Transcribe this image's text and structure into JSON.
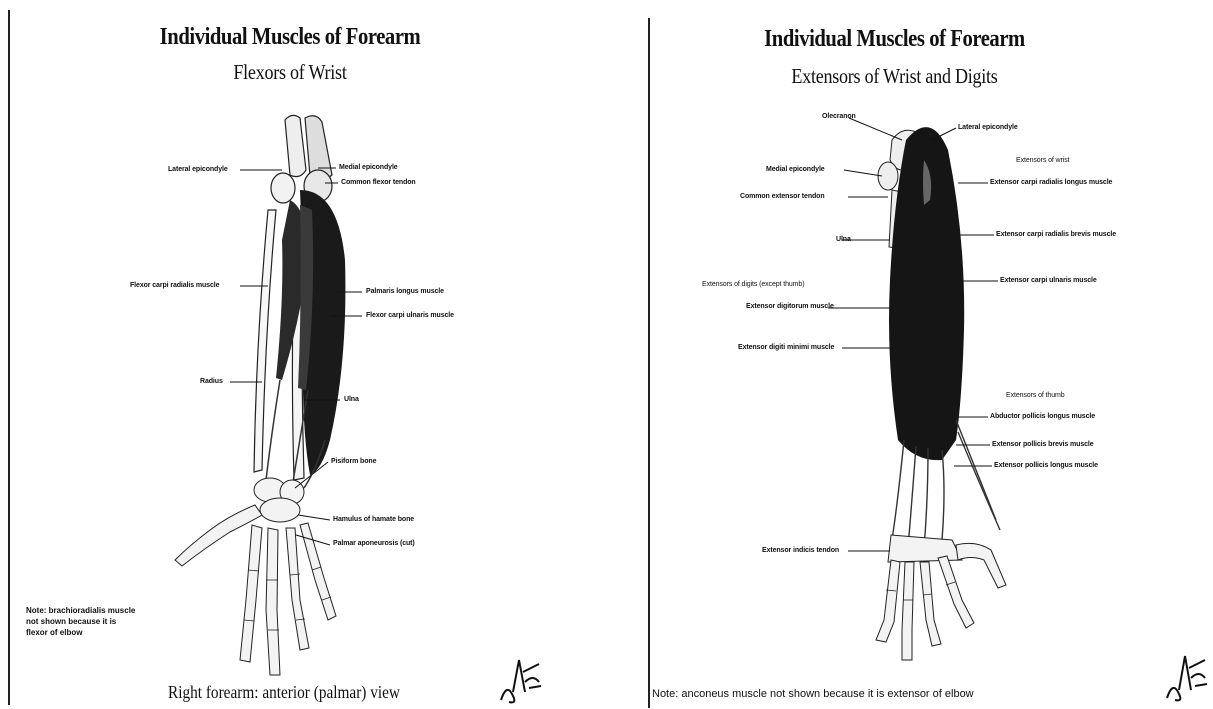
{
  "left": {
    "title": "Individual Muscles of Forearm",
    "subtitle": "Flexors of Wrist",
    "labels": {
      "lateral_epicondyle": "Lateral epicondyle",
      "medial_epicondyle": "Medial epicondyle",
      "common_flexor_tendon": "Common flexor tendon",
      "flexor_carpi_radialis": "Flexor carpi radialis muscle",
      "palmaris_longus": "Palmaris longus muscle",
      "flexor_carpi_ulnaris": "Flexor carpi ulnaris muscle",
      "radius": "Radius",
      "ulna": "Ulna",
      "pisiform": "Pisiform bone",
      "hamulus": "Hamulus of hamate bone",
      "palmar_aponeurosis": "Palmar aponeurosis (cut)"
    },
    "note_lines": [
      "Note: brachioradialis muscle",
      "not shown because it is",
      "flexor of elbow"
    ],
    "caption": "Right forearm: anterior (palmar) view"
  },
  "right": {
    "title": "Individual Muscles of Forearm",
    "subtitle": "Extensors of Wrist and Digits",
    "labels": {
      "olecranon": "Olecranon",
      "lateral_epicondyle": "Lateral epicondyle",
      "medial_epicondyle": "Medial epicondyle",
      "extensors_of_wrist": "Extensors of wrist",
      "ecr_longus": "Extensor carpi radialis longus muscle",
      "common_extensor_tendon": "Common extensor tendon",
      "ecr_brevis": "Extensor carpi radialis brevis muscle",
      "ulna": "Ulna",
      "ecu": "Extensor carpi ulnaris muscle",
      "extensors_of_digits": "Extensors of digits (except thumb)",
      "extensor_digitorum": "Extensor digitorum muscle",
      "extensor_digiti_minimi": "Extensor digiti minimi muscle",
      "extensors_of_thumb": "Extensors of thumb",
      "apl": "Abductor pollicis longus muscle",
      "epb": "Extensor pollicis brevis muscle",
      "epl": "Extensor pollicis longus muscle",
      "extensor_indicis": "Extensor indicis tendon"
    },
    "bottom_note": "Note: anconeus muscle not shown because it is extensor of elbow"
  }
}
